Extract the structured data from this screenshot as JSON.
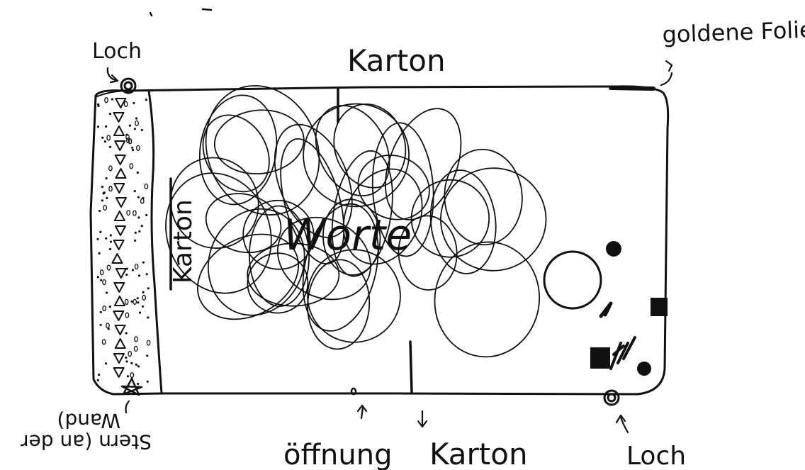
{
  "labels": {
    "top_karton": "Karton",
    "left_karton": "Karton",
    "bottom_karton": "Karton",
    "loch_top": "Loch",
    "loch_bottom": "Loch",
    "goldene_folie": "goldene Folie",
    "oeffnung": "öffnung",
    "center_word": "Worte",
    "stern_line1": "Stern (an der",
    "stern_line2": "Wand)"
  }
}
